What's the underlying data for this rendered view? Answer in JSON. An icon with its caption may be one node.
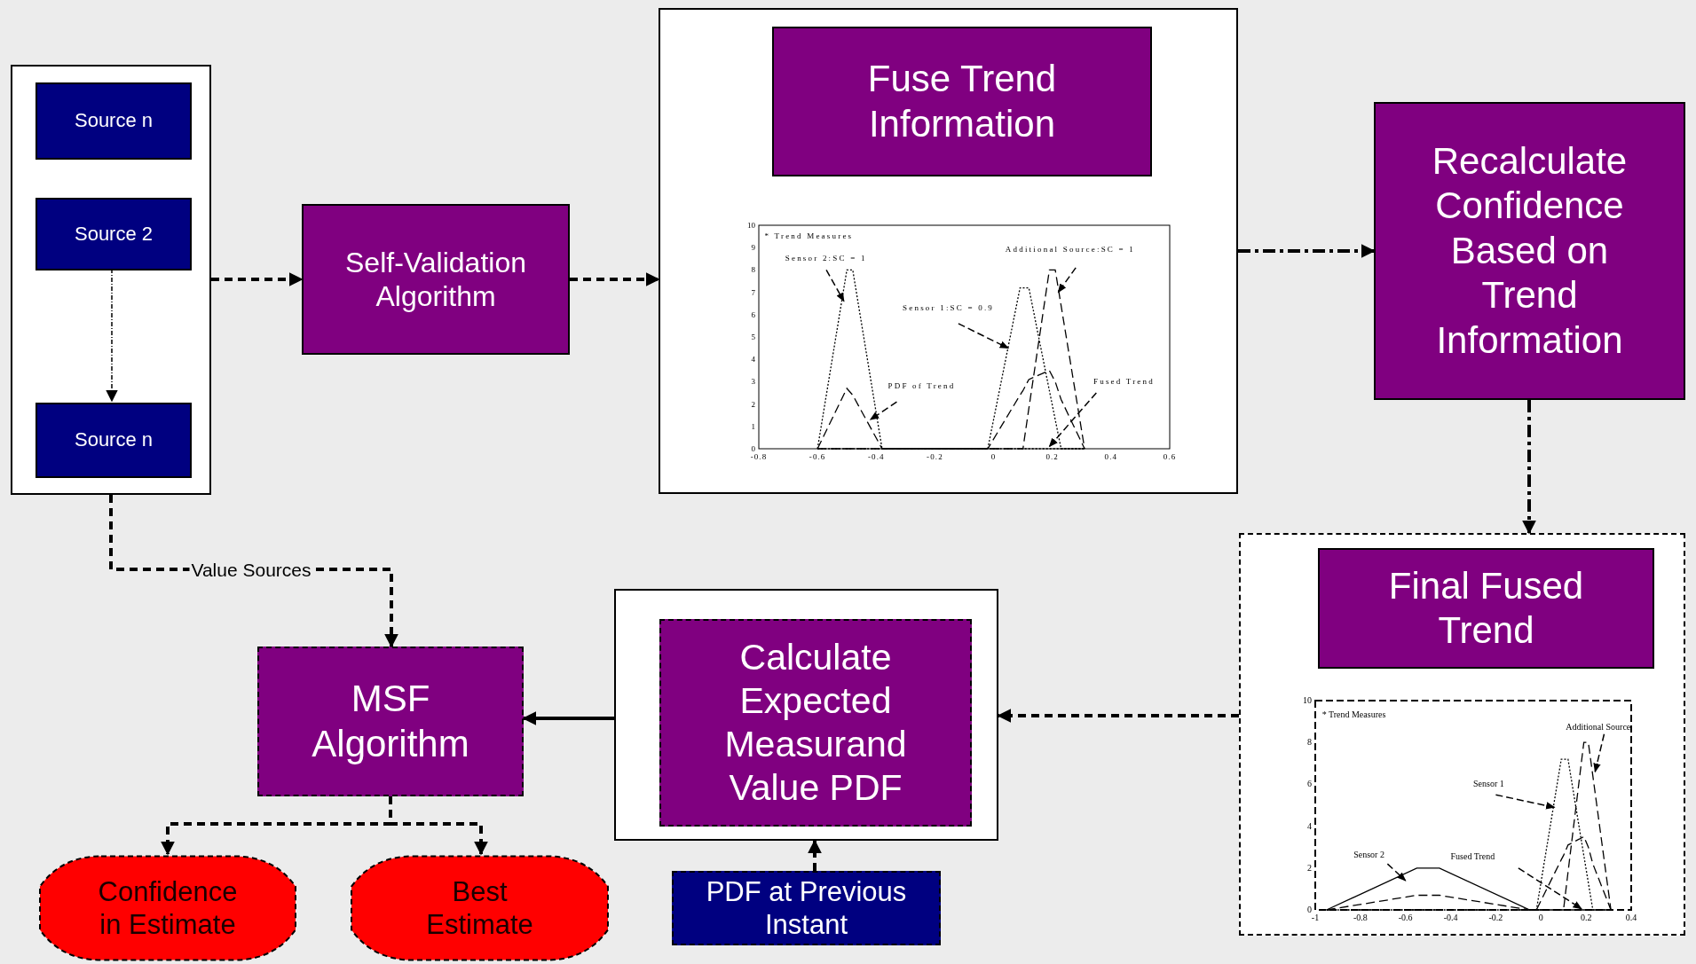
{
  "diagram": {
    "nodes": [
      {
        "text": [],
        "shape": "box"
      },
      {
        "text": [
          "Source n"
        ],
        "in": 0
      },
      {
        "text": [
          "Source 2"
        ],
        "in": 0
      },
      {
        "text": [
          "Source n"
        ],
        "in": 0
      },
      {
        "text": [
          "Self-Validation Algorithm"
        ]
      },
      {
        "text": [],
        "shape": "box"
      },
      {
        "text": [
          "Fuse Trend Information"
        ],
        "in": 5
      },
      {
        "text": [
          "Recalculate Confidence Based on Trend Information"
        ]
      },
      {
        "text": [],
        "shape": "box"
      },
      {
        "text": [
          "Final Fused Trend"
        ],
        "in": 8
      },
      {
        "text": [],
        "shape": "box"
      },
      {
        "text": [
          "Calculate Expected Measurand Value PDF"
        ],
        "in": 10
      },
      {
        "text": [
          "MSF Algorithm"
        ]
      },
      {
        "text": [
          "PDF at Previous Instant"
        ]
      },
      {
        "text": [
          "Confidence in Estimate"
        ]
      },
      {
        "text": [
          "Best Estimate"
        ]
      }
    ],
    "edges": [
      {
        "from": 0,
        "to": 4,
        "arrow": "to",
        "style": "dashed"
      },
      {
        "from": 4,
        "to": 5,
        "arrow": "to",
        "style": "dashed"
      },
      {
        "from": 5,
        "to": 7,
        "arrow": "to",
        "style": "dashed"
      },
      {
        "from": 7,
        "to": 8,
        "arrow": "to",
        "style": "dashed"
      },
      {
        "from": 8,
        "to": 10,
        "arrow": "to",
        "style": "dashed"
      },
      {
        "from": 10,
        "to": 12,
        "arrow": "to"
      },
      {
        "from": 13,
        "to": 10,
        "arrow": "to",
        "style": "dashed"
      },
      {
        "from": 0,
        "to": 12,
        "arrow": "to",
        "style": "dashed",
        "label": "Value Sources"
      },
      {
        "from": 12,
        "to": 14,
        "arrow": "to",
        "style": "dashed"
      },
      {
        "from": 12,
        "to": 15,
        "arrow": "to",
        "style": "dashed"
      },
      {
        "from": 2,
        "to": 3,
        "arrow": "to",
        "style": "dashed"
      }
    ],
    "chart_data": [
      {
        "type": "line",
        "x": [
          -0.6,
          -0.5,
          -0.48,
          -0.38,
          -0.02,
          0.09,
          0.1,
          0.12,
          0.19,
          0.21,
          0.23,
          0.31
        ],
        "xlim": [
          -0.8,
          0.6
        ],
        "ylim": [
          0,
          10
        ],
        "xticks": [
          -0.8,
          -0.6,
          -0.4,
          -0.2,
          0,
          0.2,
          0.4,
          0.6
        ],
        "yticks": [
          0,
          1,
          2,
          3,
          4,
          5,
          6,
          7,
          8,
          9,
          10
        ],
        "series": [
          {
            "color": "#000000",
            "line_style": "dotted",
            "values": [
              0,
              8,
              8,
              0,
              0,
              0,
              0,
              0,
              0,
              0,
              0,
              0
            ]
          },
          {
            "color": "#000000",
            "line_style": "dashed",
            "values": [
              0,
              2.7,
              2.4,
              0,
              0,
              2.4,
              2.6,
              3.1,
              3.5,
              3,
              2.2,
              0
            ]
          },
          {
            "color": "#000000",
            "line_style": "dotted",
            "values": [
              0,
              0,
              0,
              0,
              0,
              7.2,
              7.2,
              7.2,
              2.6,
              1.3,
              0,
              0
            ]
          },
          {
            "color": "#000000",
            "line_style": "dashed",
            "values": [
              0,
              0,
              0,
              0,
              0,
              0,
              0,
              1.8,
              8,
              8,
              6.4,
              0
            ]
          }
        ],
        "annotations": [
          "* Trend Measures",
          "Sensor 2:SC = 1",
          "Additional Source:SC = 1",
          "Sensor 1:SC = 0.9",
          "PDF of Trend",
          "Fused Trend"
        ]
      },
      {
        "type": "line",
        "x": [
          -0.95,
          -0.55,
          -0.45,
          -0.05,
          -0.02,
          0.09,
          0.1,
          0.12,
          0.19,
          0.21,
          0.23,
          0.31
        ],
        "xlim": [
          -1,
          0.4
        ],
        "ylim": [
          0,
          10
        ],
        "xticks": [
          -1,
          -0.8,
          -0.6,
          -0.4,
          -0.2,
          0,
          0.2,
          0.4
        ],
        "yticks": [
          0,
          2,
          4,
          6,
          8,
          10
        ],
        "series": [
          {
            "color": "#000000",
            "line_style": "solid",
            "values": [
              0,
              2,
              2,
              0,
              0,
              0,
              0,
              0,
              0,
              0,
              0,
              0
            ]
          },
          {
            "color": "#000000",
            "line_style": "dashed",
            "values": [
              0,
              0.7,
              0.7,
              0,
              0,
              2.4,
              2.6,
              3.1,
              3.5,
              3,
              2.2,
              0
            ]
          },
          {
            "color": "#000000",
            "line_style": "dotted",
            "values": [
              0,
              0,
              0,
              0,
              0,
              7.2,
              7.2,
              7.2,
              2.6,
              1.3,
              0,
              0
            ]
          },
          {
            "color": "#000000",
            "line_style": "dashed",
            "values": [
              0,
              0,
              0,
              0,
              0,
              0,
              0,
              1.8,
              8,
              8,
              6.4,
              0
            ]
          }
        ],
        "annotations": [
          "* Trend Measures",
          "Additional Source",
          "Sensor 1",
          "Sensor 2",
          "Fused Trend"
        ]
      }
    ]
  }
}
